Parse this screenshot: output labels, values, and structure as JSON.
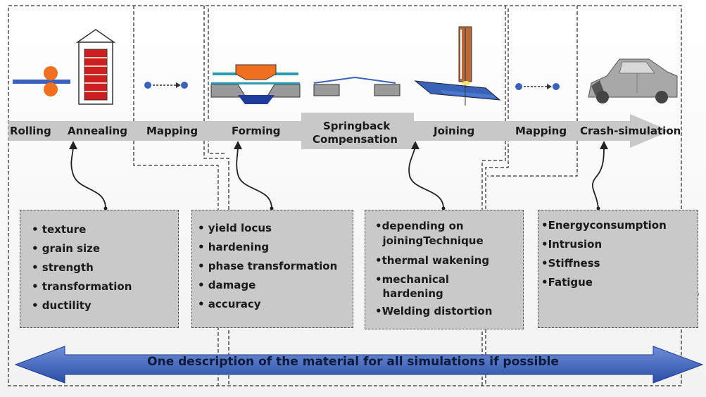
{
  "process_steps": [
    "Rolling",
    "Annealing",
    "Mapping",
    "Forming",
    "Springback",
    "Compensation",
    "Joining",
    "Mapping",
    "Crash-simulation"
  ],
  "boxes": [
    {
      "items": [
        "• texture",
        "• grain size",
        "• strength",
        "• transformation",
        "• ductility"
      ]
    },
    {
      "items": [
        "• yield locus",
        "• hardening",
        "• phase transformation",
        "• damage",
        "• accuracy"
      ]
    },
    {
      "items": [
        "•depending on",
        "  joiningTechnique",
        "•thermal wakening",
        "•mechanical",
        "  hardening",
        "•Welding distortion"
      ]
    },
    {
      "items": [
        "•Energyconsumption",
        "•Intrusion",
        "•Stiffness",
        "•Fatigue"
      ]
    }
  ],
  "banner": "One description of the material for all simulations if possible",
  "colors": {
    "arrow_gray": "#c8c8c8",
    "box_gray": "#c9c9c9",
    "blue": "#3a62b8",
    "orange": "#f07020",
    "red": "#e02020",
    "navy": "#1f3c9a"
  }
}
